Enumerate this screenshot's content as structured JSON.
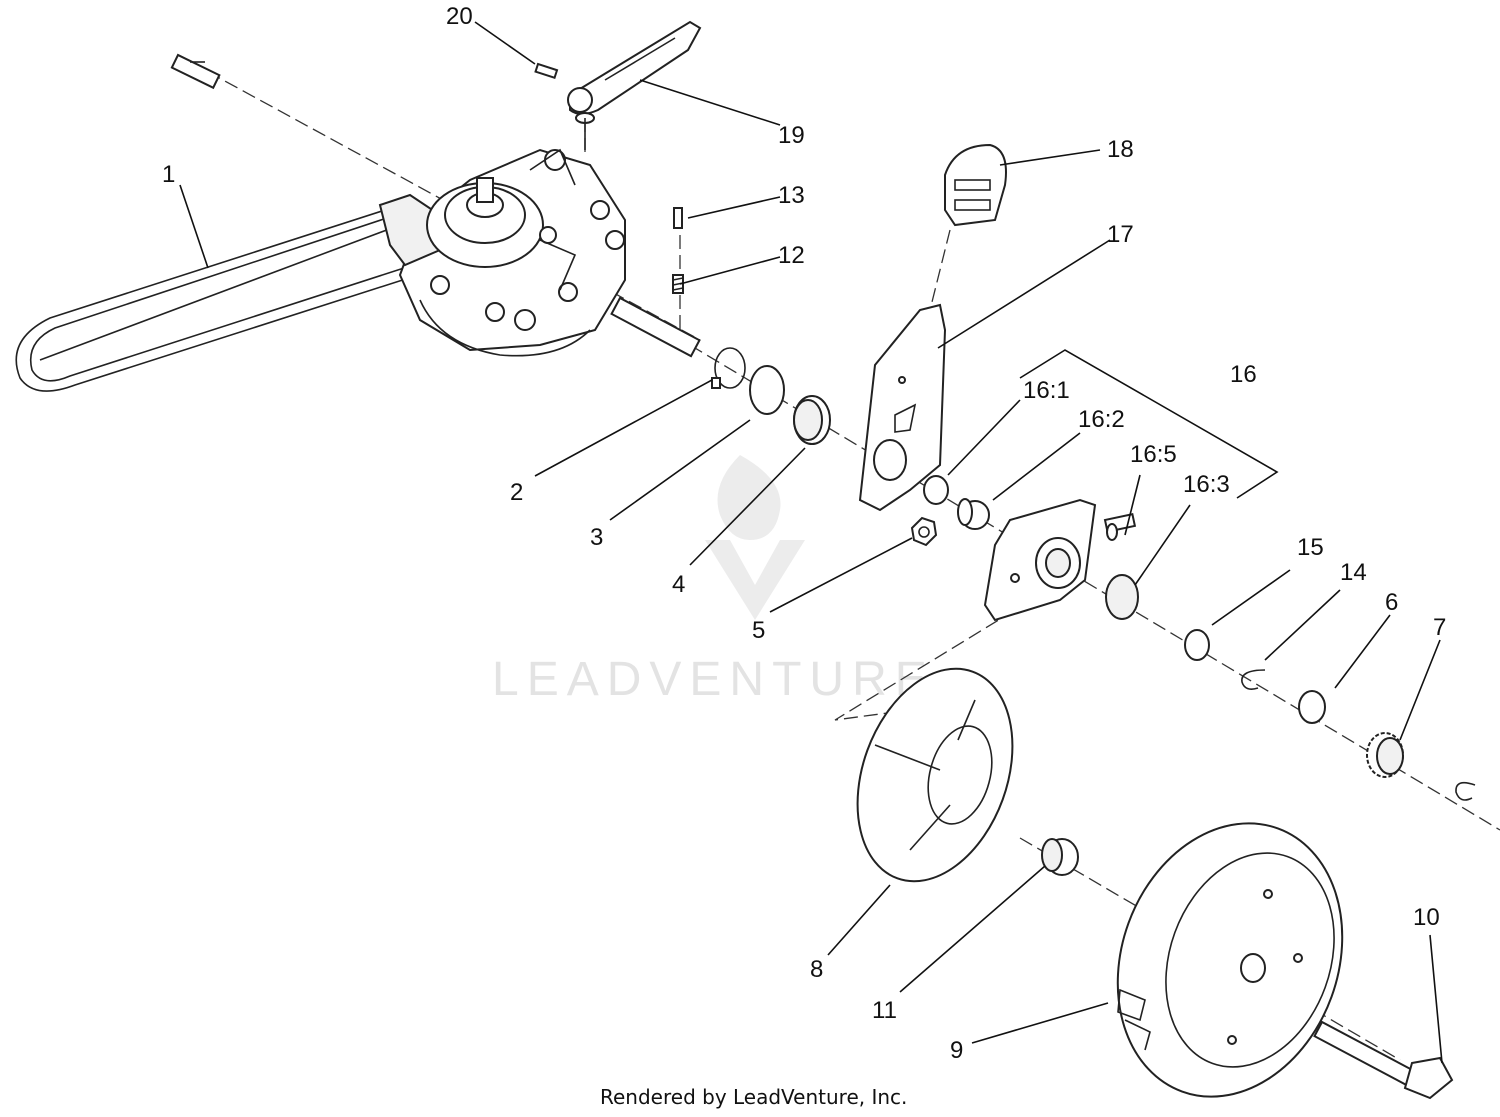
{
  "callouts": [
    {
      "id": "c1",
      "label": "1"
    },
    {
      "id": "c2",
      "label": "2"
    },
    {
      "id": "c3",
      "label": "3"
    },
    {
      "id": "c4",
      "label": "4"
    },
    {
      "id": "c5",
      "label": "5"
    },
    {
      "id": "c6",
      "label": "6"
    },
    {
      "id": "c7",
      "label": "7"
    },
    {
      "id": "c8",
      "label": "8"
    },
    {
      "id": "c9",
      "label": "9"
    },
    {
      "id": "c10",
      "label": "10"
    },
    {
      "id": "c11",
      "label": "11"
    },
    {
      "id": "c12",
      "label": "12"
    },
    {
      "id": "c13",
      "label": "13"
    },
    {
      "id": "c14",
      "label": "14"
    },
    {
      "id": "c15",
      "label": "15"
    },
    {
      "id": "c16",
      "label": "16"
    },
    {
      "id": "c16_1",
      "label": "16:1"
    },
    {
      "id": "c16_2",
      "label": "16:2"
    },
    {
      "id": "c16_3",
      "label": "16:3"
    },
    {
      "id": "c16_5",
      "label": "16:5"
    },
    {
      "id": "c17",
      "label": "17"
    },
    {
      "id": "c18",
      "label": "18"
    },
    {
      "id": "c19",
      "label": "19"
    },
    {
      "id": "c20",
      "label": "20"
    }
  ],
  "watermark": "LEADVENTURE",
  "footer": "Rendered by LeadVenture, Inc."
}
